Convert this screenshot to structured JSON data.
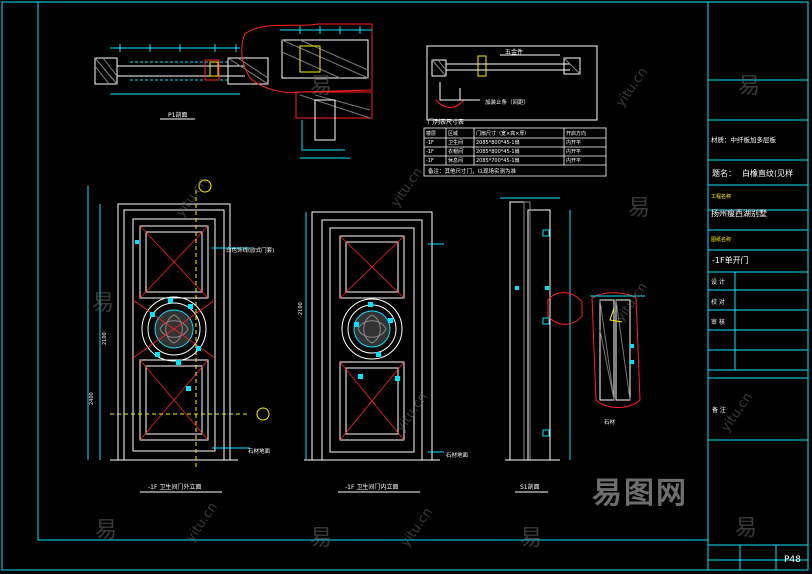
{
  "plan_label": "P1剖面",
  "hardware_label": "五金件",
  "stopper_label": "加装止条（间距）",
  "schedule": {
    "title": "门列表尺寸表",
    "headers": [
      "楼层",
      "区域",
      "门扇尺寸（宽×高×厚）",
      "开启方向"
    ],
    "rows": [
      [
        "-1F",
        "卫生间",
        "2085*800*45-1扇",
        "内开平"
      ],
      [
        "-1F",
        "衣帽间",
        "2085*800*45-1扇",
        "内开平"
      ],
      [
        "-1F",
        "休息间",
        "2085*700*45-1扇",
        "内开平"
      ]
    ],
    "note": "备注：其他尺寸门，以现场实测为准"
  },
  "elevations": {
    "left_caption": "-1F 卫生间门外立面",
    "mid_caption": "-1F 卫生间门内立面",
    "section_caption": "S1剖面",
    "trim_note": "白色饰线(欧式门套)",
    "floor_note": "石材地面",
    "floor_note_mid": "石材地面",
    "side_note": "石材"
  },
  "dims": {
    "height_left": "2100",
    "height_total": "2400",
    "height_mid": "2100"
  },
  "title_block": {
    "material": "材质：中纤板加多层板",
    "subject_label": "题名：",
    "subject": "白橡直纹(见样",
    "project_label": "工程名称",
    "project": "扬州瘦西湖别墅",
    "drawing_label": "图纸名称",
    "drawing": "-1F单开门",
    "rows": [
      "设 计",
      "校 对",
      "审 核"
    ],
    "remark": "备 注",
    "page": "P48"
  },
  "watermark": {
    "brand": "易图网",
    "char": "易",
    "site": "yitu.cn"
  },
  "colors": {
    "bg": "#000000",
    "line": "#ffffff",
    "cyan": "#00e5ff",
    "red": "#ff2020",
    "yellow": "#ffee00",
    "green": "#00d000",
    "magenta": "#ff40ff"
  }
}
